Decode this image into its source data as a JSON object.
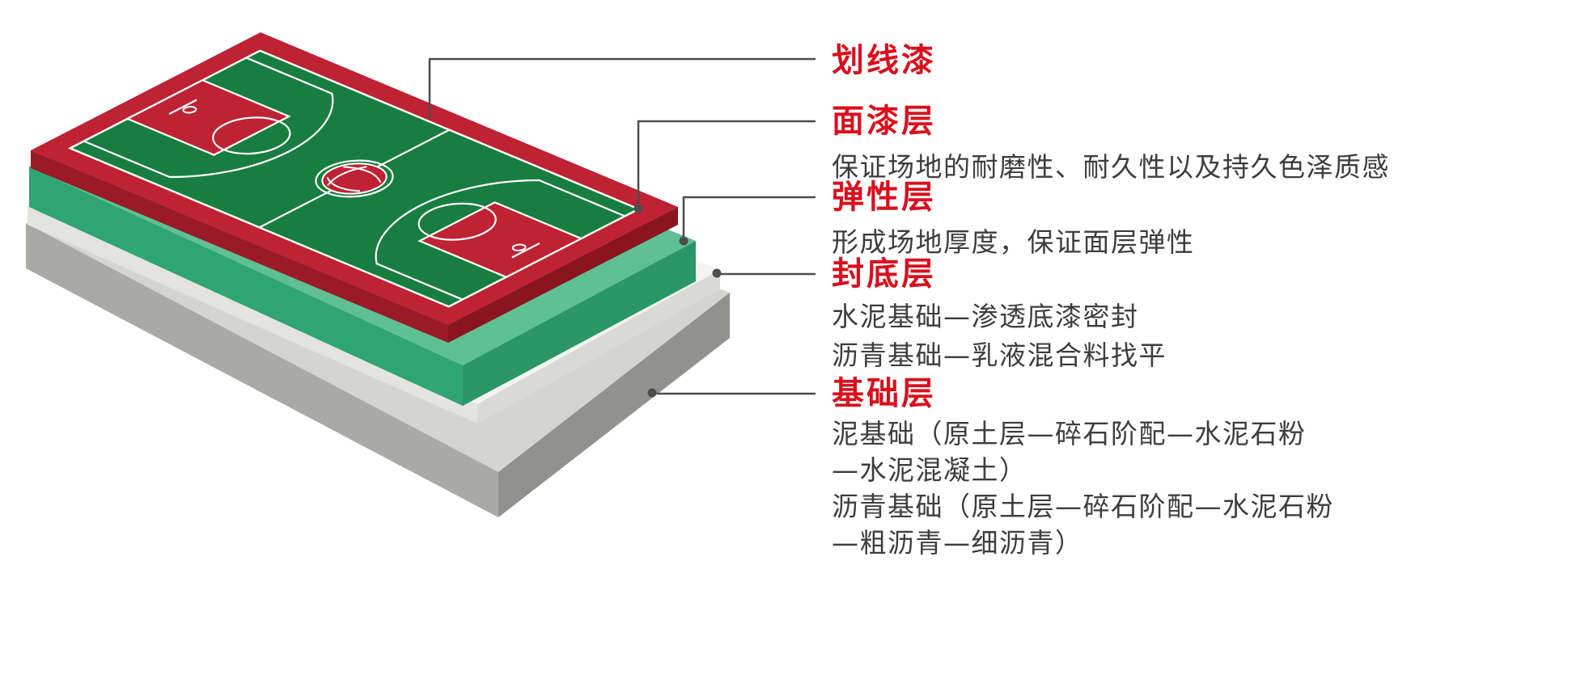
{
  "diagram": {
    "layers": [
      {
        "name": "line-paint",
        "title": "划线漆",
        "descs": []
      },
      {
        "name": "top-coat",
        "title": "面漆层",
        "descs": [
          "保证场地的耐磨性、耐久性以及持久色泽质感"
        ]
      },
      {
        "name": "elastic-layer",
        "title": "弹性层",
        "descs": [
          "形成场地厚度，保证面层弹性"
        ]
      },
      {
        "name": "seal-layer",
        "title": "封底层",
        "descs": [
          "水泥基础—渗透底漆密封",
          "沥青基础—乳液混合料找平"
        ]
      },
      {
        "name": "base-layer",
        "title": "基础层",
        "descs": [
          "泥基础（原土层—碎石阶配—水泥石粉",
          "—水泥混凝土）",
          "沥青基础（原土层—碎石阶配—水泥石粉",
          "—粗沥青—细沥青）"
        ]
      }
    ],
    "colors": {
      "label_red": "#d9101d",
      "desc_text": "#3d3d3d",
      "leader": "#4d4d4d",
      "court_red": "#bf2233",
      "court_red_side_left": "#9a1a27",
      "court_red_side_right": "#8a1520",
      "court_green": "#187d40",
      "court_line": "#ffffff",
      "elastic_top": "#5fc093",
      "elastic_side_left": "#2fa573",
      "elastic_side_right": "#2a9765",
      "seal_top": "#f3f3f1",
      "seal_side_left": "#e3e3df",
      "seal_side_right": "#d9d9d5",
      "base_top": "#d4d4d0",
      "base_side_left": "#a9a9a5",
      "base_side_right": "#91918d"
    }
  }
}
